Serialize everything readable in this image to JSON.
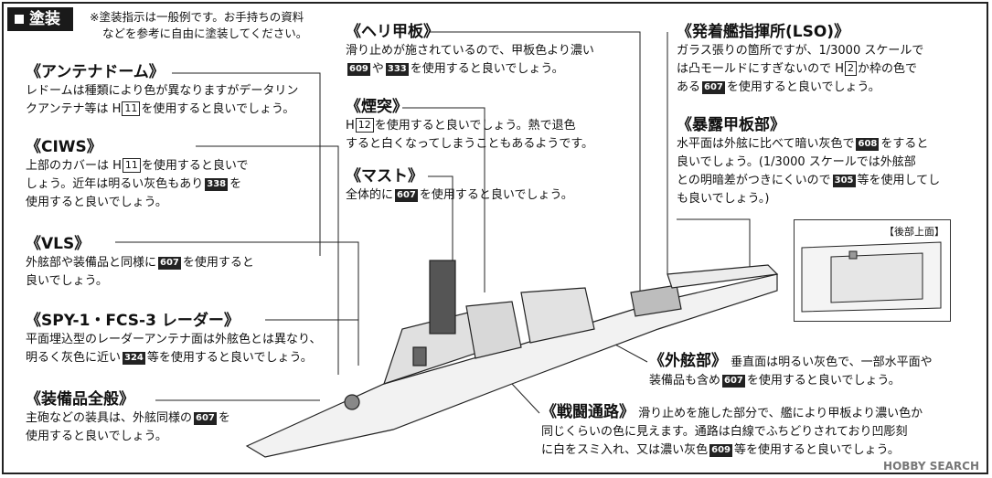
{
  "header": {
    "title": "塗装"
  },
  "note": {
    "line1": "※塗装指示は一般例です。お手持ちの資料",
    "line2": "などを参考に自由に塗装してください。"
  },
  "sections": {
    "antenna": {
      "title": "《アンテナドーム》",
      "l1": "レドームは種類により色が異なりますがデータリン",
      "l2a": "クアンテナ等は H",
      "l2b": "11",
      "l2c": "を使用すると良いでしょう。"
    },
    "ciws": {
      "title": "《CIWS》",
      "l1a": "上部のカバーは H",
      "l1b": "11",
      "l1c": "を使用すると良いで",
      "l2a": "しょう。近年は明るい灰色もあり",
      "l2b": "338",
      "l2c": "を",
      "l3": "使用すると良いでしょう。"
    },
    "vls": {
      "title": "《VLS》",
      "l1a": "外舷部や装備品と同様に",
      "l1b": "607",
      "l1c": "を使用すると",
      "l2": "良いでしょう。"
    },
    "spy": {
      "title": "《SPY-1・FCS-3 レーダー》",
      "l1": "平面埋込型のレーダーアンテナ面は外舷色とは異なり、",
      "l2a": "明るく灰色に近い",
      "l2b": "324",
      "l2c": "等を使用すると良いでしょう。"
    },
    "equip": {
      "title": "《装備品全般》",
      "l1a": "主砲などの装具は、外舷同様の",
      "l1b": "607",
      "l1c": "を",
      "l2": "使用すると良いでしょう。"
    },
    "heli": {
      "title": "《ヘリ甲板》",
      "l1": "滑り止めが施されているので、甲板色より濃い",
      "l2a": "609",
      "l2b": "や",
      "l2c": "333",
      "l2d": "を使用すると良いでしょう。"
    },
    "funnel": {
      "title": "《煙突》",
      "l1a": "H",
      "l1b": "12",
      "l1c": "を使用すると良いでしょう。熱で退色",
      "l2": "すると白くなってしまうこともあるようです。"
    },
    "mast": {
      "title": "《マスト》",
      "l1a": "全体的に",
      "l1b": "607",
      "l1c": "を使用すると良いでしょう。"
    },
    "lso": {
      "title": "《発着艦指揮所(LSO)》",
      "l1": "ガラス張りの箇所ですが、1/3000 スケールで",
      "l2a": "は凸モールドにすぎないので H",
      "l2b": "2",
      "l2c": "か枠の色で",
      "l3a": "ある",
      "l3b": "607",
      "l3c": "を使用すると良いでしょう。"
    },
    "deck": {
      "title": "《暴露甲板部》",
      "l1a": "水平面は外舷に比べて暗い灰色で",
      "l1b": "608",
      "l1c": "をすると",
      "l2": "良いでしょう。(1/3000 スケールでは外舷部",
      "l3a": "との明暗差がつきにくいので",
      "l3b": "305",
      "l3c": "等を使用してし",
      "l4": "も良いでしょう。)"
    },
    "hull": {
      "title": "《外舷部》",
      "l1": "垂直面は明るい灰色で、一部水平面や",
      "l2a": "装備品も含め",
      "l2b": "607",
      "l2c": "を使用すると良いでしょう。"
    },
    "walkway": {
      "title": "《戦闘通路》",
      "l1": "滑り止めを施した部分で、艦により甲板より濃い色か",
      "l2": "同じくらいの色に見えます。通路は白線でふちどりされており凹彫刻",
      "l3a": "に白をスミ入れ、又は濃い灰色",
      "l3b": "609",
      "l3c": "等を使用すると良いでしょう。"
    }
  },
  "inset": {
    "label": "【後部上面】"
  },
  "watermark": "HOBBY SEARCH"
}
